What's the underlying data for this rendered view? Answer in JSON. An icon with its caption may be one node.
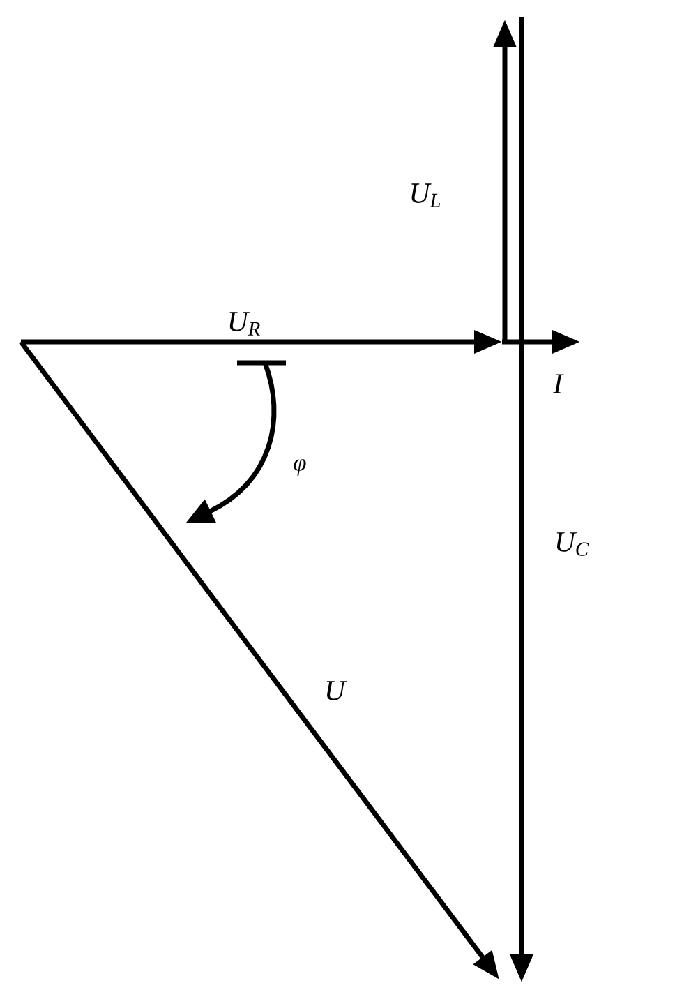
{
  "diagram": {
    "labels": [
      "U$_{R}$",
      "U$_{L}$",
      "I",
      "φ",
      "U$_{C}$",
      "U"
    ]
  }
}
